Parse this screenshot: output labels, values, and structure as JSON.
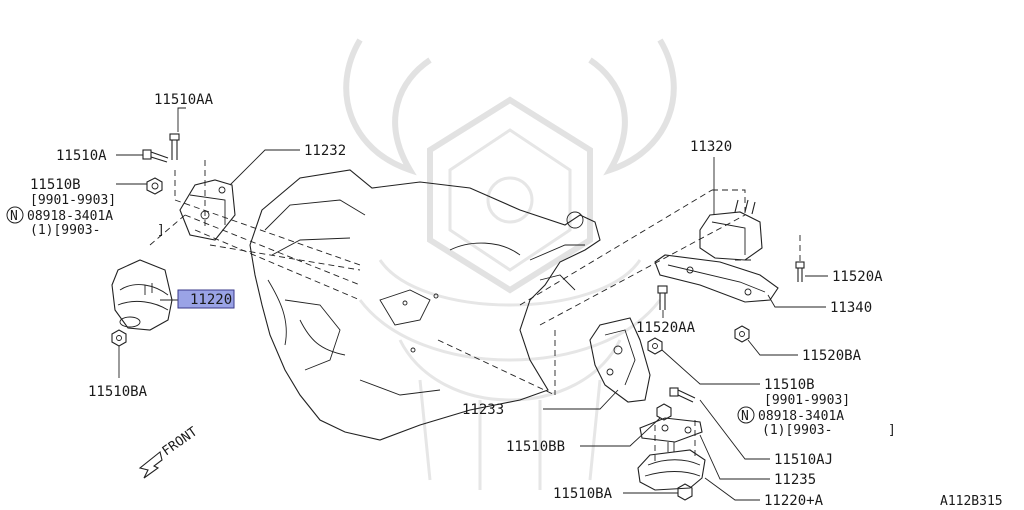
{
  "diagram_code": "A112B315",
  "direction_label": "FRONT",
  "highlight_color": "#9aa3e6",
  "parts": {
    "p_11510AA_top": "11510AA",
    "p_11510A": "11510A",
    "p_11510B_left": "11510B",
    "p_range_left": "[9901-9903]",
    "p_08918_left": "08918-3401A",
    "p_qty_left": "(1)[9903-",
    "p_qty_left_close": "]",
    "p_11232": "11232",
    "p_11220": "11220",
    "p_11510BA_left": "11510BA",
    "p_11320": "11320",
    "p_11520A": "11520A",
    "p_11340": "11340",
    "p_11520AA": "11520AA",
    "p_11520BA": "11520BA",
    "p_11510B_right": "11510B",
    "p_range_right": "[9901-9903]",
    "p_08918_right": "08918-3401A",
    "p_qty_right": "(1)[9903-",
    "p_qty_right_close": "]",
    "p_11233": "11233",
    "p_11510BB": "11510BB",
    "p_11510AJ": "11510AJ",
    "p_11235": "11235",
    "p_11510BA_bottom": "11510BA",
    "p_11220A": "11220+A"
  },
  "n_marker": "N"
}
